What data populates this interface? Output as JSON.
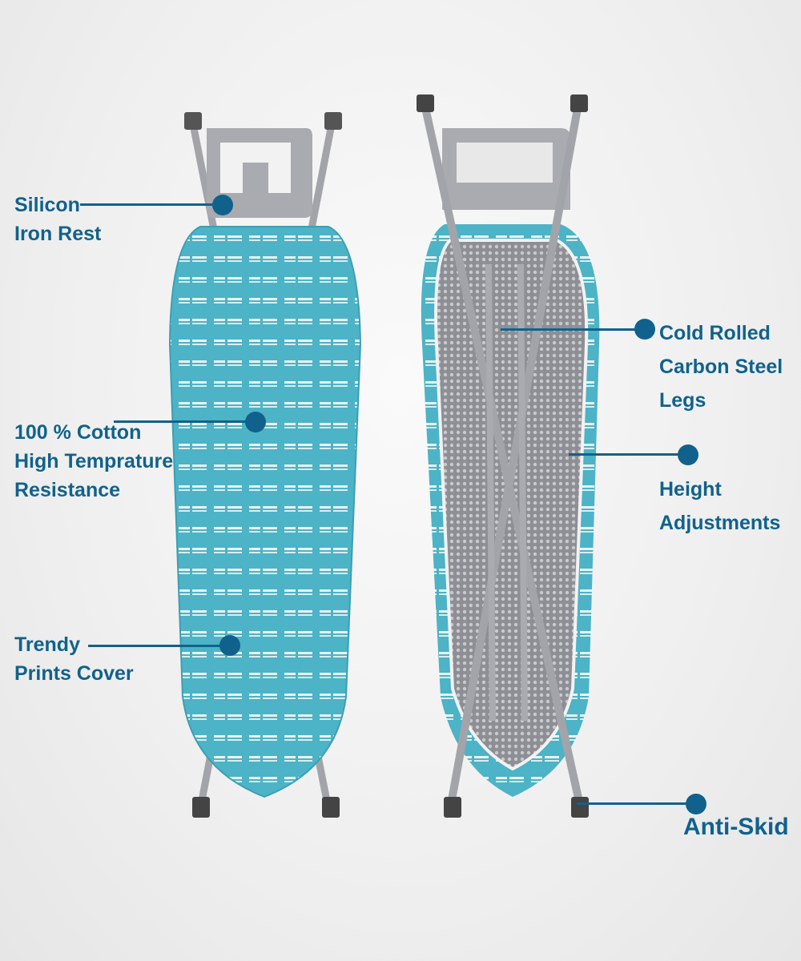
{
  "labels": {
    "iron_rest": [
      "Silicon",
      "Iron Rest"
    ],
    "cotton": [
      "100 % Cotton",
      "High Temprature",
      "Resistance"
    ],
    "prints": [
      "Trendy",
      "Prints Cover"
    ],
    "legs": [
      "Cold Rolled",
      "Carbon Steel",
      "Legs"
    ],
    "height": [
      "Height",
      "Adjustments"
    ],
    "anti_skid": [
      "Anti-Skid"
    ]
  },
  "colors": {
    "accent": "#10628c",
    "cover": "#4db3c6",
    "metal": "#9a9ca3"
  }
}
